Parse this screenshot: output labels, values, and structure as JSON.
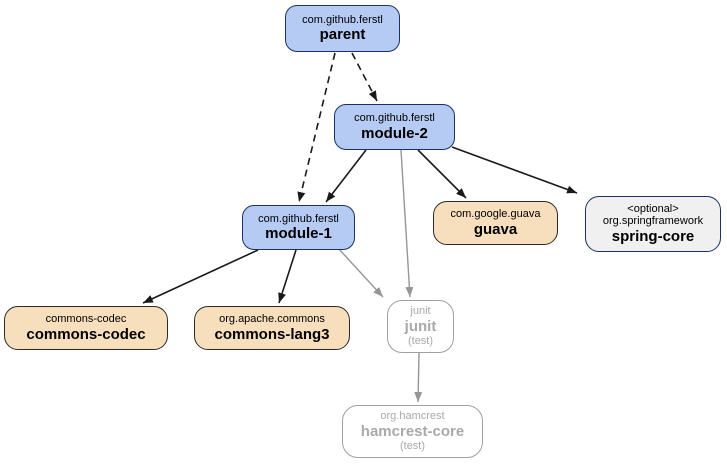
{
  "diagram": {
    "type": "dependency-graph",
    "colors": {
      "module_fill": "#b5cbf4",
      "module_border": "#1a3263",
      "dependency_fill": "#f7dfbe",
      "dependency_border": "#2e2a25",
      "optional_fill": "#f0f0f0",
      "test_border": "#a0a0a0",
      "test_text": "#a9a9a9",
      "edge_black": "#1a1a1a",
      "edge_gray": "#969696",
      "background": "#ffffff"
    }
  },
  "nodes": {
    "parent": {
      "group": "com.github.ferstl",
      "artifact": "parent"
    },
    "module2": {
      "group": "com.github.ferstl",
      "artifact": "module-2"
    },
    "module1": {
      "group": "com.github.ferstl",
      "artifact": "module-1"
    },
    "guava": {
      "group": "com.google.guava",
      "artifact": "guava"
    },
    "springcore": {
      "optional_label": "<optional>",
      "group": "org.springframework",
      "artifact": "spring-core"
    },
    "commonscodec": {
      "group": "commons-codec",
      "artifact": "commons-codec"
    },
    "commonslang3": {
      "group": "org.apache.commons",
      "artifact": "commons-lang3"
    },
    "junit": {
      "group": "junit",
      "artifact": "junit",
      "scope": "(test)"
    },
    "hamcrest": {
      "group": "org.hamcrest",
      "artifact": "hamcrest-core",
      "scope": "(test)"
    }
  },
  "edges": [
    {
      "from": "parent",
      "to": "module-2",
      "style": "dashed",
      "color": "black"
    },
    {
      "from": "parent",
      "to": "module-1",
      "style": "dashed",
      "color": "black"
    },
    {
      "from": "module-2",
      "to": "module-1",
      "style": "solid",
      "color": "black"
    },
    {
      "from": "module-2",
      "to": "guava",
      "style": "solid",
      "color": "black"
    },
    {
      "from": "module-2",
      "to": "spring-core",
      "style": "solid",
      "color": "black"
    },
    {
      "from": "module-2",
      "to": "junit",
      "style": "solid",
      "color": "gray"
    },
    {
      "from": "module-1",
      "to": "commons-codec",
      "style": "solid",
      "color": "black"
    },
    {
      "from": "module-1",
      "to": "commons-lang3",
      "style": "solid",
      "color": "black"
    },
    {
      "from": "module-1",
      "to": "junit",
      "style": "solid",
      "color": "gray"
    },
    {
      "from": "junit",
      "to": "hamcrest-core",
      "style": "solid",
      "color": "gray"
    }
  ]
}
